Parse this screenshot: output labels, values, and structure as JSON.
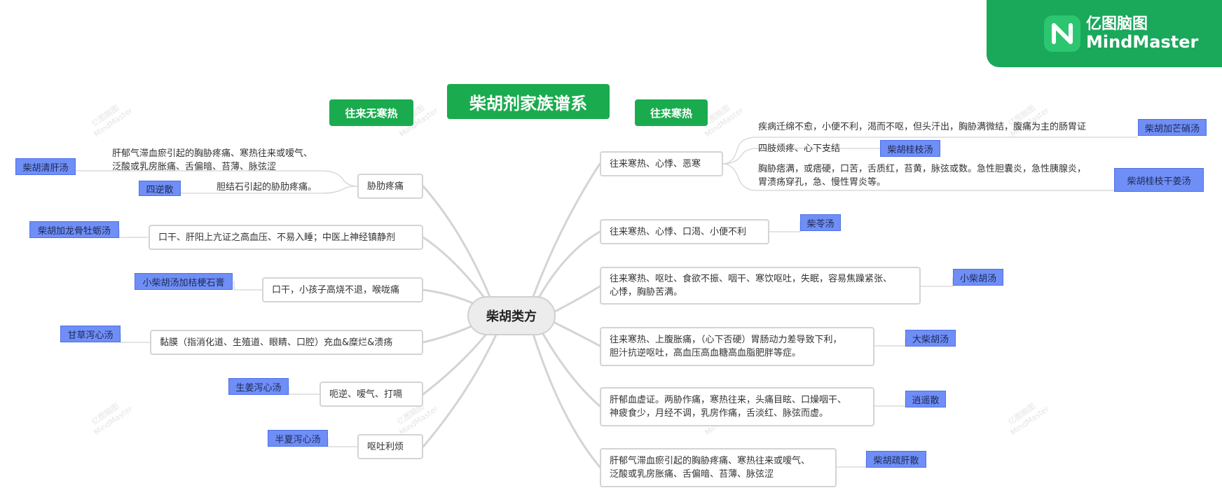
{
  "brand": {
    "line1": "亿图脑图",
    "line2": "MindMaster",
    "watermark1": "亿图脑图",
    "watermark2": "MindMaster"
  },
  "title": "柴胡剂家族谱系",
  "labels": {
    "left": "往来无寒热",
    "right": "往来寒热"
  },
  "center": "柴胡类方",
  "left": {
    "branch1": {
      "label": "胁肋疼痛",
      "sub1": "肝郁气滞血瘀引起的胸胁疼痛、寒热往来或嗳气、\n泛酸或乳房胀痛、舌偏暗、苔薄、脉弦涩",
      "sub1_tag": "柴胡清肝汤",
      "sub2": "胆结石引起的胁肋疼痛。",
      "sub2_tag": "四逆散"
    },
    "branch2": {
      "label": "口干、肝阳上亢证之高血压、不易入睡；中医上神经镇静剂",
      "tag": "柴胡加龙骨牡蛎汤"
    },
    "branch3": {
      "label": "口干，小孩子高烧不退，喉咙痛",
      "tag": "小柴胡汤加桔梗石膏"
    },
    "branch4": {
      "label": "黏膜（指消化道、生殖道、眼睛、口腔）充血&糜烂&溃疡",
      "tag": "甘草泻心汤"
    },
    "branch5": {
      "label": "呃逆、嗳气、打嗝",
      "tag": "生姜泻心汤"
    },
    "branch6": {
      "label": "呕吐利烦",
      "tag": "半夏泻心汤"
    }
  },
  "right": {
    "branch1": {
      "label": "往来寒热、心悸、恶寒",
      "sub1": "疾病迁绵不愈，小便不利，渴而不呕，但头汗出，胸胁满微结，腹痛为主的肠胃证",
      "sub1_tag": "柴胡加芒硝汤",
      "sub2": "四肢烦疼、心下支结",
      "sub2_tag": "柴胡桂枝汤",
      "sub3": "胸胁痞满，或痞硬，口苦，舌质红，苔黄，脉弦或数。急性胆囊炎，急性胰腺炎，\n胃溃疡穿孔，急、慢性胃炎等。",
      "sub3_tag": "柴胡桂枝干姜汤"
    },
    "branch2": {
      "label": "往来寒热、心悸、口渴、小便不利",
      "tag": "柴苓汤"
    },
    "branch3": {
      "label": "往来寒热、呕吐、食欲不振、咽干、寒饮呕吐，失眠，容易焦躁紧张、\n心悸，胸胁苦满。",
      "tag": "小柴胡汤"
    },
    "branch4": {
      "label": "往来寒热、上腹胀痛，（心下否硬）胃肠动力差导致下利，\n胆汁抗逆呕吐，高血压高血糖高血脂肥胖等症。",
      "tag": "大柴胡汤"
    },
    "branch5": {
      "label": "肝郁血虚证。两胁作痛，寒热往来，头痛目眩、口燥咽干、\n神疲食少，月经不调，乳房作痛，舌淡红、脉弦而虚。",
      "tag": "逍遥散"
    },
    "branch6": {
      "label": "肝郁气滞血瘀引起的胸胁疼痛、寒热往来或嗳气、\n泛酸或乳房胀痛、舌偏暗、苔薄、脉弦涩",
      "tag": "柴胡疏肝散"
    }
  },
  "colors": {
    "accent_green": "#1aab4e",
    "tag_blue": "#6f8ef6",
    "connector": "#d0d0d0"
  }
}
